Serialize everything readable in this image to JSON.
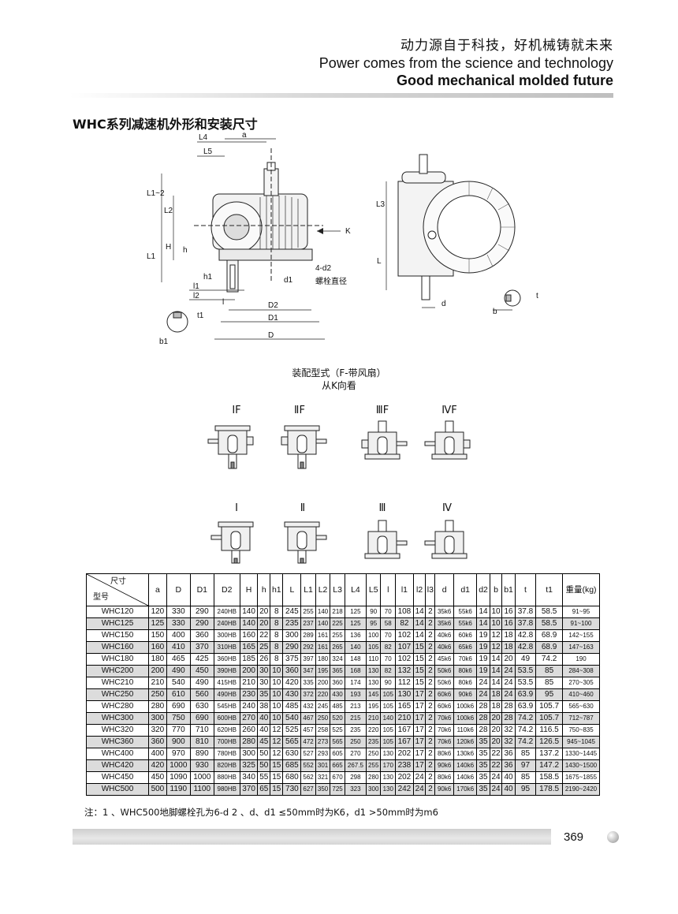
{
  "header": {
    "cn_slogan": "动力源自于科技，好机械铸就未来",
    "en_line1": "Power comes from the science and technology",
    "en_line2": "Good mechanical molded future"
  },
  "section_title": "WHC系列减速机外形和安装尺寸",
  "drawing_labels": {
    "L4": "L4",
    "L5": "L5",
    "a": "a",
    "L1_2": "L1~2",
    "L2": "L2",
    "H": "H",
    "h": "h",
    "L1": "L1",
    "h1": "h1",
    "d1": "d1",
    "bolt": "4-d2",
    "bolt_cn": "螺栓直径",
    "l2": "l2",
    "l1": "l1",
    "l": "l",
    "D2": "D2",
    "D1": "D1",
    "D": "D",
    "t1": "t1",
    "b1": "b1",
    "K": "K",
    "L3": "L3",
    "L": "L",
    "d": "d",
    "t": "t",
    "b": "b"
  },
  "mounting": {
    "title_line1": "装配型式（F-带风扇）",
    "title_line2": "从K向看",
    "fan_labels": [
      "ⅠF",
      "ⅡF",
      "ⅢF",
      "ⅣF"
    ],
    "plain_labels": [
      "Ⅰ",
      "Ⅱ",
      "Ⅲ",
      "Ⅳ"
    ]
  },
  "table": {
    "corner_top": "尺寸",
    "corner_bottom": "型号",
    "headers": [
      "a",
      "D",
      "D1",
      "D2",
      "H",
      "h",
      "h1",
      "L",
      "L1",
      "L2",
      "L3",
      "L4",
      "L5",
      "l",
      "l1",
      "l2",
      "l3",
      "d",
      "d1",
      "d2",
      "b",
      "b1",
      "t",
      "t1",
      "重量(kg)"
    ],
    "rows": [
      [
        "WHC120",
        "120",
        "330",
        "290",
        "240HB",
        "140",
        "20",
        "8",
        "245",
        "255",
        "140",
        "218",
        "125",
        "90",
        "70",
        "108",
        "14",
        "2",
        "35k6",
        "55k6",
        "14",
        "10",
        "16",
        "37.8",
        "58.5",
        "91~95"
      ],
      [
        "WHC125",
        "125",
        "330",
        "290",
        "240HB",
        "140",
        "20",
        "8",
        "235",
        "237",
        "140",
        "225",
        "125",
        "95",
        "58",
        "82",
        "14",
        "2",
        "35k6",
        "55k6",
        "14",
        "10",
        "16",
        "37.8",
        "58.5",
        "91~100"
      ],
      [
        "WHC150",
        "150",
        "400",
        "360",
        "300HB",
        "160",
        "22",
        "8",
        "300",
        "289",
        "161",
        "255",
        "136",
        "100",
        "70",
        "102",
        "14",
        "2",
        "40k6",
        "60k6",
        "19",
        "12",
        "18",
        "42.8",
        "68.9",
        "142~155"
      ],
      [
        "WHC160",
        "160",
        "410",
        "370",
        "310HB",
        "165",
        "25",
        "8",
        "290",
        "292",
        "161",
        "265",
        "140",
        "105",
        "82",
        "107",
        "15",
        "2",
        "40k6",
        "65k6",
        "19",
        "12",
        "18",
        "42.8",
        "68.9",
        "147~163"
      ],
      [
        "WHC180",
        "180",
        "465",
        "425",
        "360HB",
        "185",
        "26",
        "8",
        "375",
        "397",
        "180",
        "324",
        "148",
        "110",
        "70",
        "102",
        "15",
        "2",
        "45k6",
        "70k6",
        "19",
        "14",
        "20",
        "49",
        "74.2",
        "190"
      ],
      [
        "WHC200",
        "200",
        "490",
        "450",
        "390HB",
        "200",
        "30",
        "10",
        "360",
        "347",
        "195",
        "365",
        "168",
        "130",
        "82",
        "132",
        "15",
        "2",
        "50k6",
        "80k6",
        "19",
        "14",
        "24",
        "53.5",
        "85",
        "284~308"
      ],
      [
        "WHC210",
        "210",
        "540",
        "490",
        "415HB",
        "210",
        "30",
        "10",
        "420",
        "335",
        "200",
        "360",
        "174",
        "130",
        "90",
        "112",
        "15",
        "2",
        "50k6",
        "80k6",
        "24",
        "14",
        "24",
        "53.5",
        "85",
        "270~305"
      ],
      [
        "WHC250",
        "250",
        "610",
        "560",
        "490HB",
        "230",
        "35",
        "10",
        "430",
        "372",
        "220",
        "430",
        "193",
        "145",
        "105",
        "130",
        "17",
        "2",
        "60k6",
        "90k6",
        "24",
        "18",
        "24",
        "63.9",
        "95",
        "410~460"
      ],
      [
        "WHC280",
        "280",
        "690",
        "630",
        "545HB",
        "240",
        "38",
        "10",
        "485",
        "432",
        "245",
        "485",
        "213",
        "195",
        "105",
        "165",
        "17",
        "2",
        "60k6",
        "100k6",
        "28",
        "18",
        "28",
        "63.9",
        "105.7",
        "565~630"
      ],
      [
        "WHC300",
        "300",
        "750",
        "690",
        "600HB",
        "270",
        "40",
        "10",
        "540",
        "467",
        "250",
        "520",
        "215",
        "210",
        "140",
        "210",
        "17",
        "2",
        "70k6",
        "100k6",
        "28",
        "20",
        "28",
        "74.2",
        "105.7",
        "712~787"
      ],
      [
        "WHC320",
        "320",
        "770",
        "710",
        "620HB",
        "260",
        "40",
        "12",
        "525",
        "457",
        "258",
        "525",
        "235",
        "220",
        "105",
        "167",
        "17",
        "2",
        "70k6",
        "110k6",
        "28",
        "20",
        "32",
        "74.2",
        "116.5",
        "750~835"
      ],
      [
        "WHC360",
        "360",
        "900",
        "810",
        "700HB",
        "280",
        "45",
        "12",
        "565",
        "472",
        "273",
        "565",
        "250",
        "235",
        "105",
        "167",
        "17",
        "2",
        "70k6",
        "120k6",
        "35",
        "20",
        "32",
        "74.2",
        "126.5",
        "945~1045"
      ],
      [
        "WHC400",
        "400",
        "970",
        "890",
        "780HB",
        "300",
        "50",
        "12",
        "630",
        "527",
        "293",
        "605",
        "270",
        "250",
        "130",
        "202",
        "17",
        "2",
        "80k6",
        "130k6",
        "35",
        "22",
        "36",
        "85",
        "137.2",
        "1330~1445"
      ],
      [
        "WHC420",
        "420",
        "1000",
        "930",
        "820HB",
        "325",
        "50",
        "15",
        "685",
        "552",
        "301",
        "665",
        "267.5",
        "255",
        "170",
        "238",
        "17",
        "2",
        "90k6",
        "140k6",
        "35",
        "22",
        "36",
        "97",
        "147.2",
        "1430~1500"
      ],
      [
        "WHC450",
        "450",
        "1090",
        "1000",
        "880HB",
        "340",
        "55",
        "15",
        "680",
        "562",
        "321",
        "670",
        "298",
        "280",
        "130",
        "202",
        "24",
        "2",
        "80k6",
        "140k6",
        "35",
        "24",
        "40",
        "85",
        "158.5",
        "1675~1855"
      ],
      [
        "WHC500",
        "500",
        "1190",
        "1100",
        "980HB",
        "370",
        "65",
        "15",
        "730",
        "627",
        "350",
        "725",
        "323",
        "300",
        "130",
        "242",
        "24",
        "2",
        "90k6",
        "170k6",
        "35",
        "24",
        "40",
        "95",
        "178.5",
        "2190~2420"
      ]
    ]
  },
  "note": "注：1 、WHC500地脚螺栓孔为6-d  2 、d、d1 ≤50mm时为K6，d1 >50mm时为m6",
  "page_number": "369"
}
